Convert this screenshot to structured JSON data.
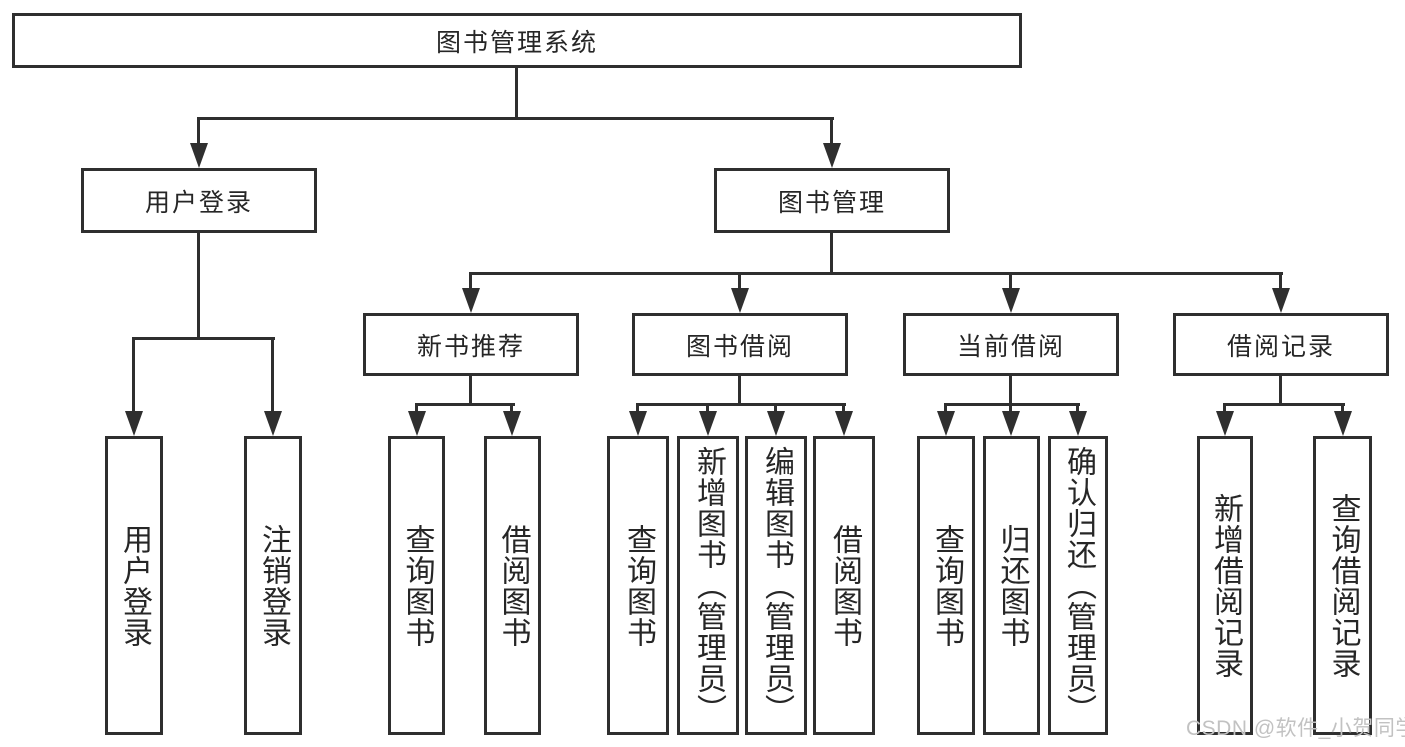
{
  "colors": {
    "line": "#2f2f2f",
    "text": "#262626",
    "watermark": "#c2c2c2",
    "bg": "#ffffff"
  },
  "watermark": "CSDN @软件_小贺同学",
  "tree": {
    "root": {
      "label": "图书管理系统"
    },
    "branches": [
      {
        "label": "用户登录",
        "children": [
          {
            "label": "用户登录"
          },
          {
            "label": "注销登录"
          }
        ]
      },
      {
        "label": "图书管理",
        "children": [
          {
            "label": "新书推荐",
            "children": [
              {
                "label": "查询图书"
              },
              {
                "label": "借阅图书"
              }
            ]
          },
          {
            "label": "图书借阅",
            "children": [
              {
                "label": "查询图书"
              },
              {
                "label": "新增图书（管理员）"
              },
              {
                "label": "编辑图书（管理员）"
              },
              {
                "label": "借阅图书"
              }
            ]
          },
          {
            "label": "当前借阅",
            "children": [
              {
                "label": "查询图书"
              },
              {
                "label": "归还图书"
              },
              {
                "label": "确认归还（管理员）"
              }
            ]
          },
          {
            "label": "借阅记录",
            "children": [
              {
                "label": "新增借阅记录"
              },
              {
                "label": "查询借阅记录"
              }
            ]
          }
        ]
      }
    ]
  }
}
